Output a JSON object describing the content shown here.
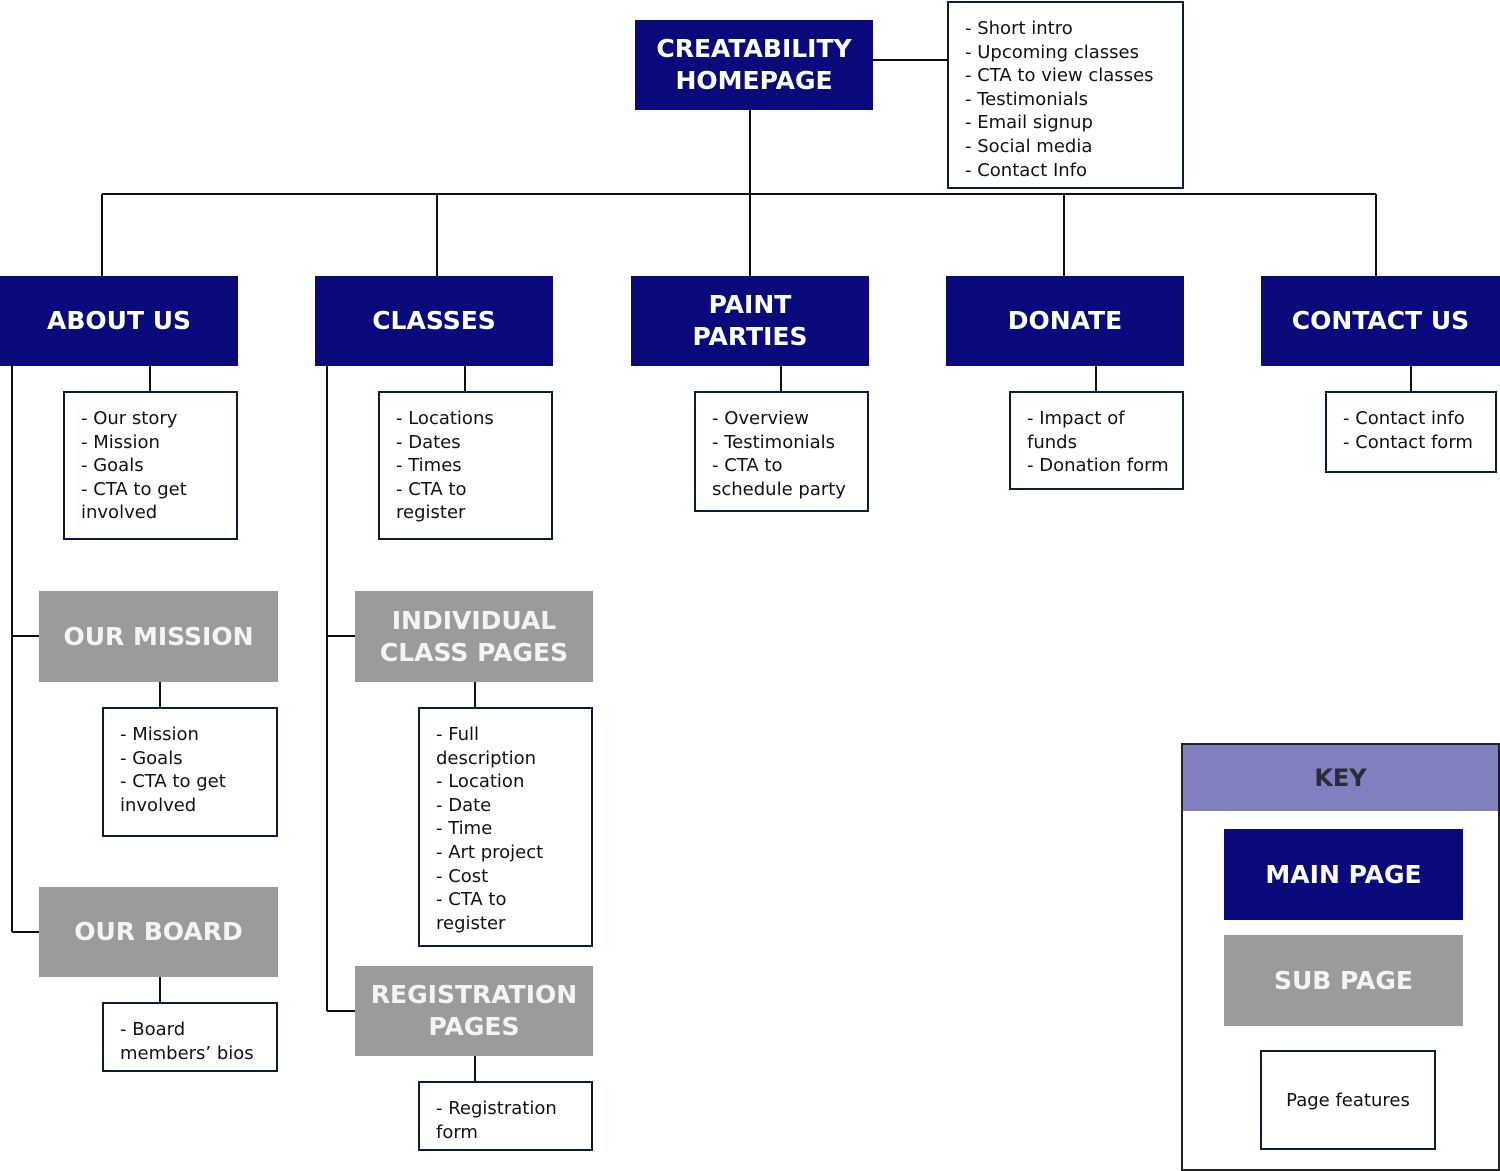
{
  "sitemap": {
    "homepage": {
      "title": "CREATABILITY\nHOMEPAGE",
      "features": [
        "- Short intro",
        "- Upcoming classes",
        "- CTA to view classes",
        "- Testimonials",
        "- Email signup",
        "- Social media",
        "- Contact Info"
      ]
    },
    "sections": [
      {
        "title": "ABOUT US",
        "features": [
          "- Our story",
          "- Mission",
          "- Goals",
          "- CTA to get\ninvolved"
        ]
      },
      {
        "title": "CLASSES",
        "features": [
          "- Locations",
          "- Dates",
          "- Times",
          "- CTA to\nregister"
        ]
      },
      {
        "title": "PAINT\nPARTIES",
        "features": [
          "- Overview",
          "- Testimonials",
          "- CTA to\nschedule party"
        ]
      },
      {
        "title": "DONATE",
        "features": [
          "- Impact of\nfunds",
          "- Donation form"
        ]
      },
      {
        "title": "CONTACT US",
        "features": [
          "- Contact info",
          "- Contact form"
        ]
      }
    ],
    "subpages": [
      {
        "title": "OUR MISSION",
        "features": [
          "- Mission",
          "- Goals",
          "- CTA to get\ninvolved"
        ]
      },
      {
        "title": "OUR BOARD",
        "features": [
          "- Board\nmembers’ bios"
        ]
      },
      {
        "title": "INDIVIDUAL\nCLASS PAGES",
        "features": [
          "- Full\ndescription",
          "- Location",
          "- Date",
          "- Time",
          "- Art project",
          "- Cost",
          "- CTA to\nregister"
        ]
      },
      {
        "title": "REGISTRATION\nPAGES",
        "features": [
          "- Registration\nform"
        ]
      }
    ]
  },
  "key": {
    "title": "KEY",
    "main_label": "MAIN PAGE",
    "sub_label": "SUB PAGE",
    "features_label": "Page features"
  },
  "colors": {
    "main_page": "#0a0a7d",
    "sub_page": "#9b9b9b",
    "key_header": "#8080c0",
    "feature_border": "#0e1a3a"
  }
}
